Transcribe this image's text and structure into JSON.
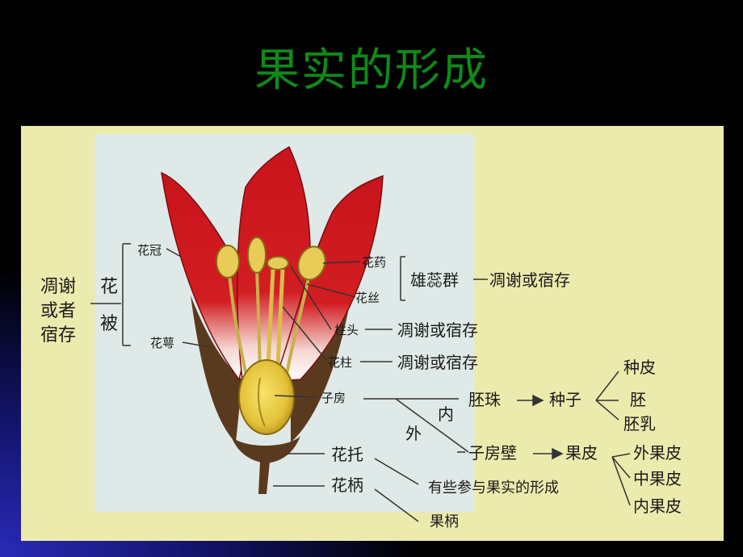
{
  "title": "果实的形成",
  "labels": {
    "huaguan": "花冠",
    "hua": "花",
    "bei": "被",
    "huae": "花萼",
    "diaoxie1": "凋谢",
    "diaoxie2": "或者",
    "diaoxie3": "宿存",
    "huayao": "花药",
    "huasi": "花丝",
    "xiongruiqun": "雄蕊群",
    "diaoxie_or_sucun": "凋谢或宿存",
    "zhutou": "柱头",
    "huazhu": "花柱",
    "zifang": "子房",
    "peizhu": "胚珠",
    "zhongzi": "种子",
    "zhongpi": "种皮",
    "pei": "胚",
    "peiru": "胚乳",
    "nei": "内",
    "wai": "外",
    "zifangbi": "子房壁",
    "guopi": "果皮",
    "waiguopi": "外果皮",
    "zhongguopi": "中果皮",
    "neiguopi": "内果皮",
    "huatuo": "花托",
    "huabing": "花柄",
    "youxie": "有些参与果实的形成",
    "guobing": "果柄"
  }
}
